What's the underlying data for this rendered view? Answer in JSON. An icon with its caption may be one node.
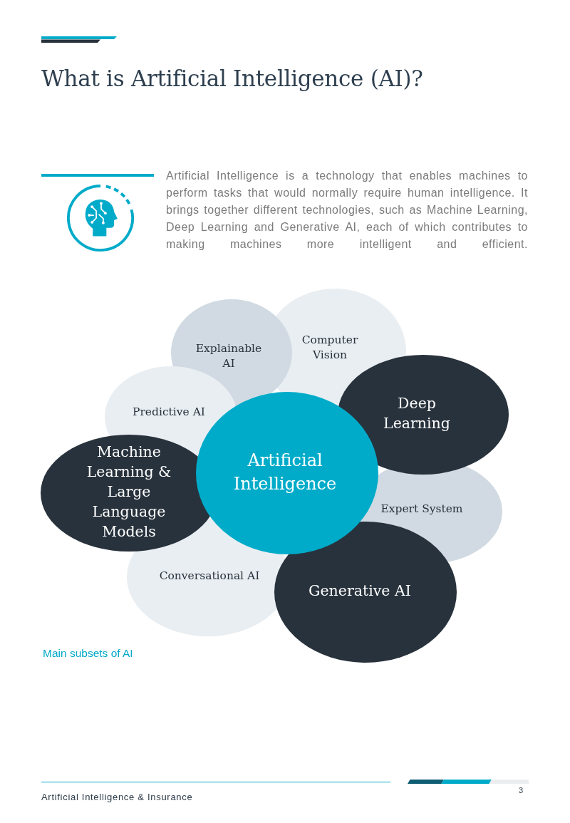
{
  "diagram": {
    "title": "What is Artificial Intelligence (AI)?",
    "caption": "Main subsets of AI",
    "nodes": [
      {
        "text": [
          "Explainable AI"
        ]
      },
      {
        "text": [
          "Computer Vision"
        ]
      },
      {
        "text": [
          "Predictive AI"
        ]
      },
      {
        "text": [
          "Deep Learning"
        ]
      },
      {
        "text": [
          "Machine Learning & Large Language Models"
        ]
      },
      {
        "text": [
          "Artificial Intelligence"
        ]
      },
      {
        "text": [
          "Expert System"
        ]
      },
      {
        "text": [
          "Conversational AI"
        ]
      },
      {
        "text": [
          "Generative AI"
        ]
      }
    ],
    "labels": [
      "Artificial Intelligence is a technology that enables machines to perform tasks that would normally require human intelligence. It brings together different technologies, such as Machine Learning, Deep Learning and Generative AI, each of which contributes to making machines more intelligent and efficient.",
      "Artificial Intelligence & Insurance",
      "3"
    ]
  }
}
